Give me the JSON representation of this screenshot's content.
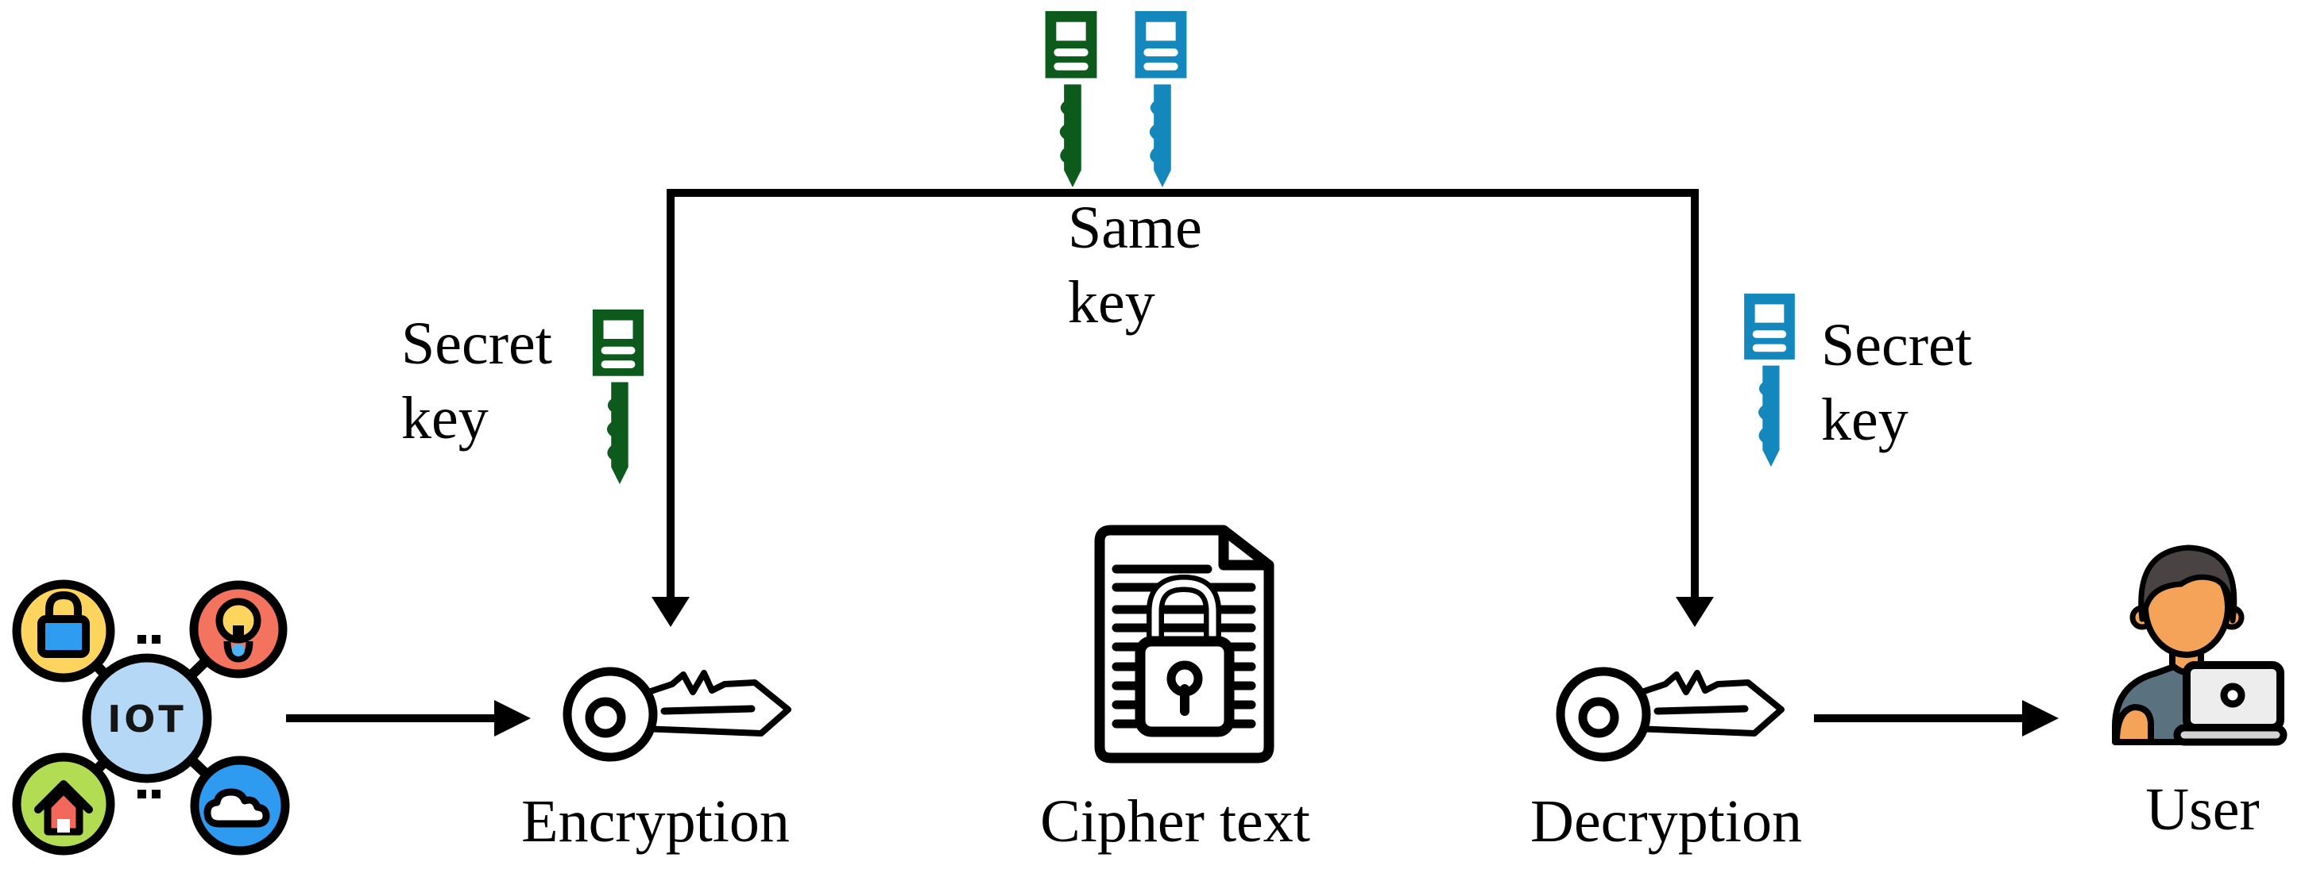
{
  "labels": {
    "same_key_line1": "Same",
    "same_key_line2": "key",
    "secret_key_left_line1": "Secret",
    "secret_key_left_line2": "key",
    "secret_key_right_line1": "Secret",
    "secret_key_right_line2": "key",
    "iot_hub": "IOT",
    "encryption": "Encryption",
    "cipher_text": "Cipher text",
    "decryption": "Decryption",
    "user": "User"
  },
  "colors": {
    "secret_key_green": "#0c5a1c",
    "secret_key_blue": "#1487bd",
    "iot_hub_fill": "#b5d8f6",
    "iot_lock_circle": "#fcd45e",
    "iot_lock_body": "#2e9cf1",
    "iot_bulb_circle": "#f4735e",
    "iot_bulb_fill": "#fcd45e",
    "iot_bulb_drop": "#4db3f7",
    "iot_house_circle": "#b2dd52",
    "iot_house_fill": "#f3685b",
    "iot_cloud_circle": "#2e9bf0",
    "user_hair": "#494443",
    "user_skin": "#f6a35a",
    "user_shirt": "#5a7280",
    "user_laptop": "#ededee",
    "user_laptop_base": "#d2d3d5"
  }
}
